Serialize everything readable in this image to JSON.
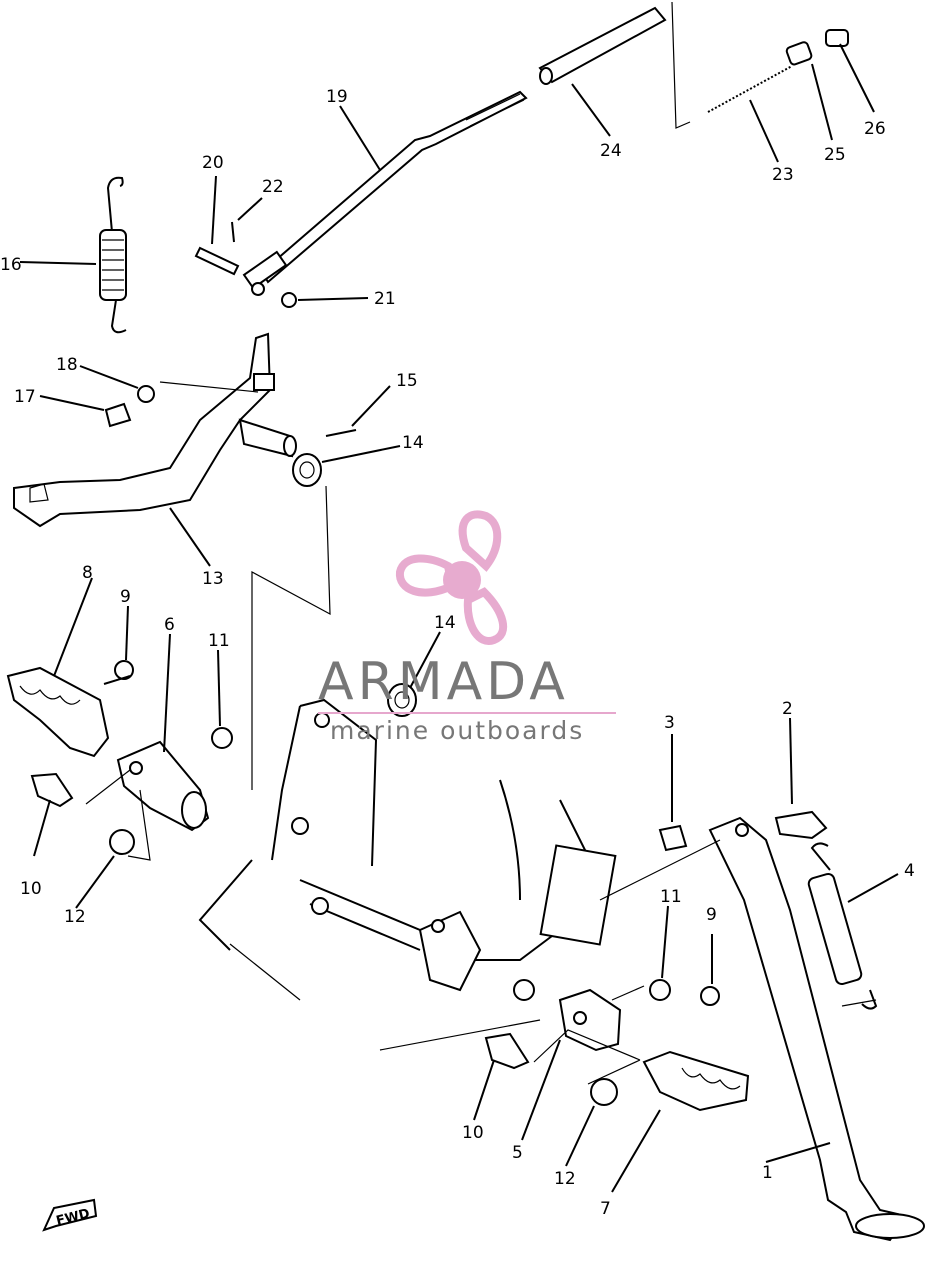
{
  "callouts": [
    {
      "id": "c1",
      "num": "1"
    },
    {
      "id": "c2",
      "num": "2"
    },
    {
      "id": "c3",
      "num": "3"
    },
    {
      "id": "c4",
      "num": "4"
    },
    {
      "id": "c5",
      "num": "5"
    },
    {
      "id": "c6",
      "num": "6"
    },
    {
      "id": "c7",
      "num": "7"
    },
    {
      "id": "c8",
      "num": "8"
    },
    {
      "id": "c9a",
      "num": "9"
    },
    {
      "id": "c9b",
      "num": "9"
    },
    {
      "id": "c10a",
      "num": "10"
    },
    {
      "id": "c10b",
      "num": "10"
    },
    {
      "id": "c11a",
      "num": "11"
    },
    {
      "id": "c11b",
      "num": "11"
    },
    {
      "id": "c12a",
      "num": "12"
    },
    {
      "id": "c12b",
      "num": "12"
    },
    {
      "id": "c13",
      "num": "13"
    },
    {
      "id": "c14a",
      "num": "14"
    },
    {
      "id": "c14b",
      "num": "14"
    },
    {
      "id": "c15",
      "num": "15"
    },
    {
      "id": "c16",
      "num": "16"
    },
    {
      "id": "c17",
      "num": "17"
    },
    {
      "id": "c18",
      "num": "18"
    },
    {
      "id": "c19",
      "num": "19"
    },
    {
      "id": "c20",
      "num": "20"
    },
    {
      "id": "c21",
      "num": "21"
    },
    {
      "id": "c22",
      "num": "22"
    },
    {
      "id": "c23",
      "num": "23"
    },
    {
      "id": "c24",
      "num": "24"
    },
    {
      "id": "c25",
      "num": "25"
    },
    {
      "id": "c26",
      "num": "26"
    }
  ],
  "watermark": {
    "brand": "ARMADA",
    "tagline": "marine outboards",
    "logo_color": "#e6a7cd"
  },
  "fwd_label": "FWD"
}
